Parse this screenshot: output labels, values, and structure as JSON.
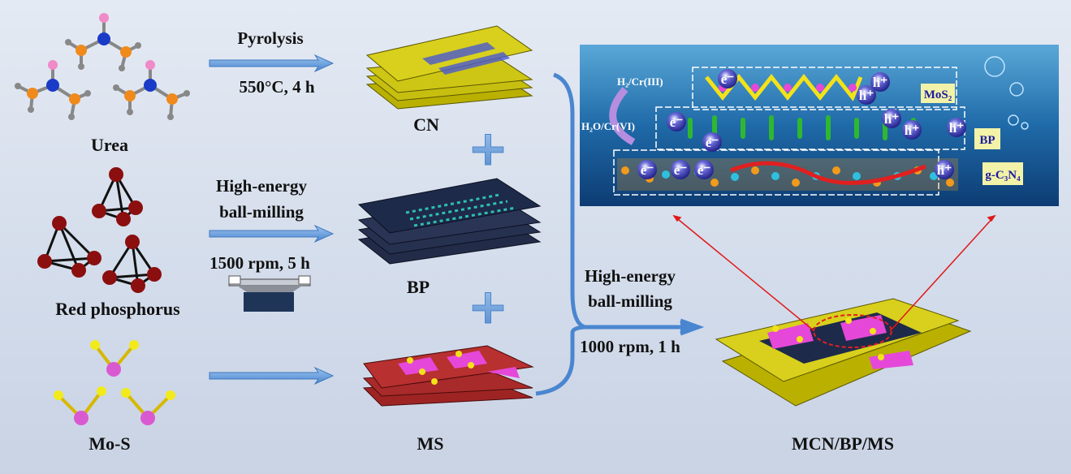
{
  "starting_materials": {
    "urea": "Urea",
    "red_phosphorus": "Red phosphorus",
    "mo_s": "Mo-S"
  },
  "steps": {
    "pyrolysis": "Pyrolysis",
    "pyrolysis_conditions": "550°C, 4 h",
    "milling_line1": "High-energy",
    "milling_line2": "ball-milling",
    "milling_conditions": "1500 rpm, 5 h",
    "final_milling_line1": "High-energy",
    "final_milling_line2": "ball-milling",
    "final_milling_conditions": "1000 rpm, 1 h"
  },
  "intermediates": {
    "cn": "CN",
    "bp": "BP",
    "ms": "MS",
    "plus": "+"
  },
  "product": "MCN/BP/MS",
  "mechanism": {
    "reduction_product": "H₂/Cr(III)",
    "reactant": "H₂O/Cr(VI)",
    "layer_mos2": "MoS₂",
    "layer_bp": "BP",
    "layer_gc3n4": "g-C₃N₄",
    "electron": "e⁻",
    "hole": "h⁺"
  }
}
